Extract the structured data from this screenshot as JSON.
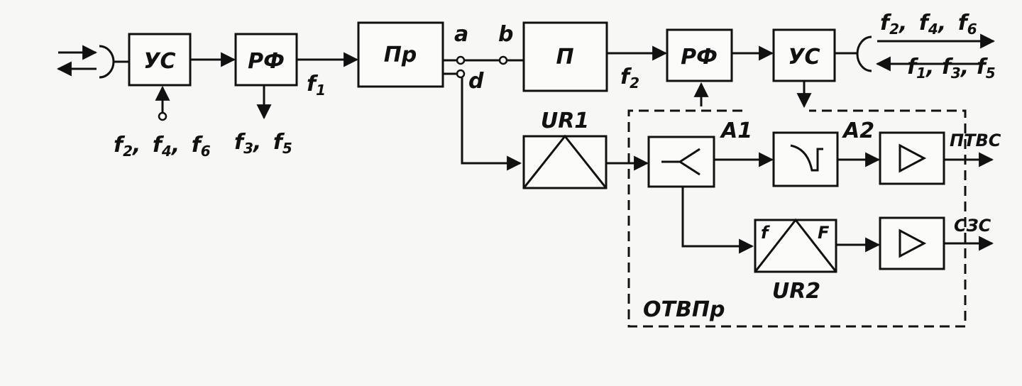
{
  "blocks": {
    "us_left": "УС",
    "rf_left": "РФ",
    "pr": "Пр",
    "p": "П",
    "rf_right": "РФ",
    "us_right": "УС",
    "ur1": "UR1",
    "ur2": "UR2",
    "ur2_in": "f",
    "ur2_out": "F",
    "a1": "A1",
    "a2": "A2",
    "group": "ОТВПр"
  },
  "terminals": {
    "a": "a",
    "b": "b",
    "d": "d"
  },
  "signals": {
    "f_sym": "f",
    "f1": "1",
    "f2": "2",
    "f3": "3",
    "f4": "4",
    "f5": "5",
    "f6": "6",
    "sep": ","
  },
  "outputs": {
    "ptvs": "ПТВС",
    "szs": "СЗС"
  }
}
